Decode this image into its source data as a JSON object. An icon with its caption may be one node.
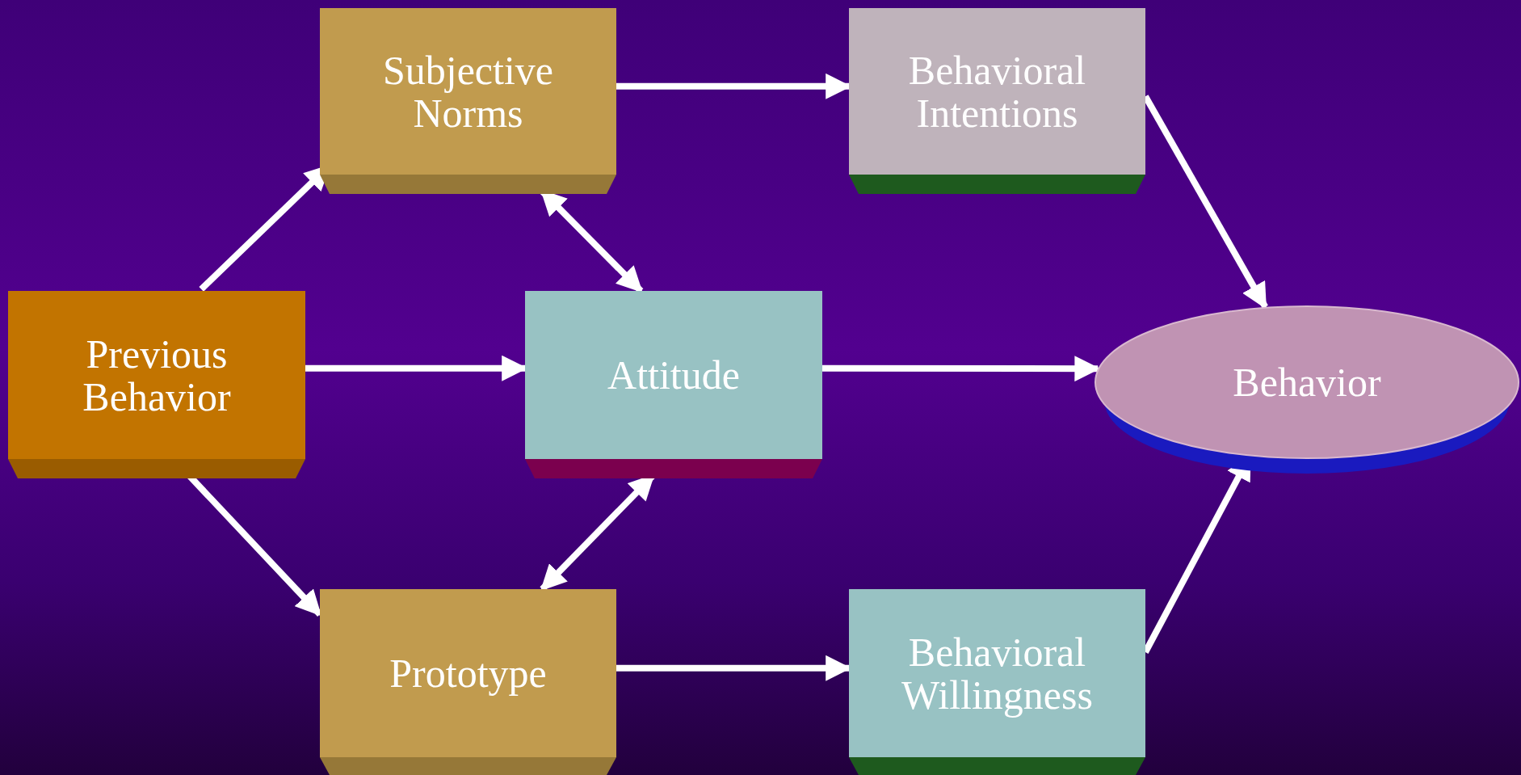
{
  "diagram": {
    "nodes": [
      {
        "text": [
          "Previous Behavior"
        ]
      },
      {
        "text": [
          "Subjective Norms"
        ]
      },
      {
        "text": [
          "Behavioral Intentions"
        ]
      },
      {
        "text": [
          "Attitude"
        ]
      },
      {
        "text": [
          "Behavior"
        ]
      },
      {
        "text": [
          "Prototype"
        ]
      },
      {
        "text": [
          "Behavioral Willingness"
        ]
      }
    ],
    "edges": [
      {
        "from": 0,
        "to": 1,
        "arrow": "to"
      },
      {
        "from": 0,
        "to": 3,
        "arrow": "to"
      },
      {
        "from": 0,
        "to": 5,
        "arrow": "to"
      },
      {
        "from": 1,
        "to": 2,
        "arrow": "to"
      },
      {
        "from": 1,
        "to": 3,
        "arrow": "both"
      },
      {
        "from": 3,
        "to": 5,
        "arrow": "both"
      },
      {
        "from": 3,
        "to": 4,
        "arrow": "to"
      },
      {
        "from": 2,
        "to": 4,
        "arrow": "to"
      },
      {
        "from": 5,
        "to": 6,
        "arrow": "to"
      },
      {
        "from": 6,
        "to": 4,
        "arrow": "to"
      }
    ]
  }
}
